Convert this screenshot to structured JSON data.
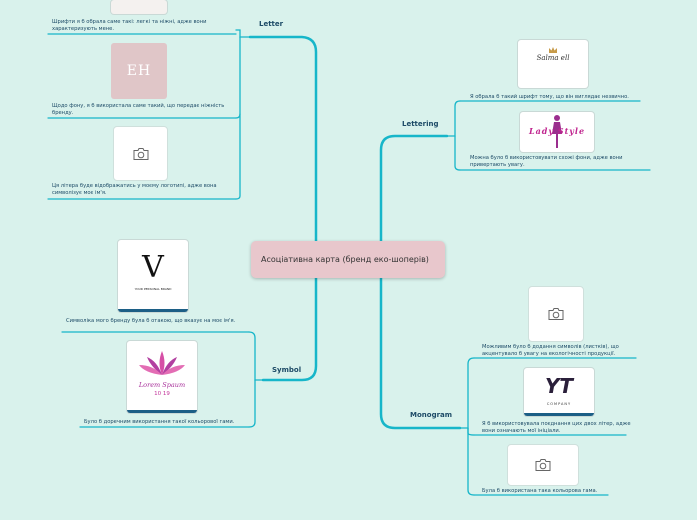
{
  "central": {
    "title": "Асоціативна карта (бренд еко-шоперів)"
  },
  "branches": {
    "letter": {
      "label": "Letter",
      "notes": [
        "Шрифти я б обрала саме такі: легкі та ніжні, адже вони характеризують мене.",
        "Щодо фону, я б використала саме такий, що передає ніжність бренду.",
        "Ця літера буде відображатись у моєму логотипі, адже вона символізує моє ім'я."
      ],
      "image_text": "EH"
    },
    "symbol": {
      "label": "Symbol",
      "notes": [
        "Символіка мого бренду була б отакою, що вказує на моє ім'я.",
        "Було б доречним використання такої кольорової гами."
      ],
      "logo1_text": "V",
      "logo1_caption": "YOUR PERSONAL BRAND",
      "logo2_text": "Lorem Spaum",
      "logo2_year": "10 19"
    },
    "lettering": {
      "label": "Lettering",
      "notes": [
        "Я обрала б такий шрифт тому, що він виглядає незвично.",
        "Можна було б використовувати схожі фони, адже вони привертають увагу."
      ],
      "logo1_text": "Salma ell",
      "logo2_text": "Lady Style"
    },
    "monogram": {
      "label": "Monogram",
      "notes": [
        "Можливим було б додання символів (листків), що акцентувало б увагу на екологічності продукції.",
        "Я б використовувала поєднання цих двох літер, адже вони означають мої ініціали.",
        "Була б використана така кольорова гама."
      ],
      "logo_text": "YT",
      "logo_caption": "COMPANY"
    }
  },
  "colors": {
    "line": "#17b6c9",
    "background": "#d9f2ec",
    "central_fill": "#e8c7cc",
    "text": "#1c4a66"
  },
  "icons": [
    "camera-icon"
  ]
}
